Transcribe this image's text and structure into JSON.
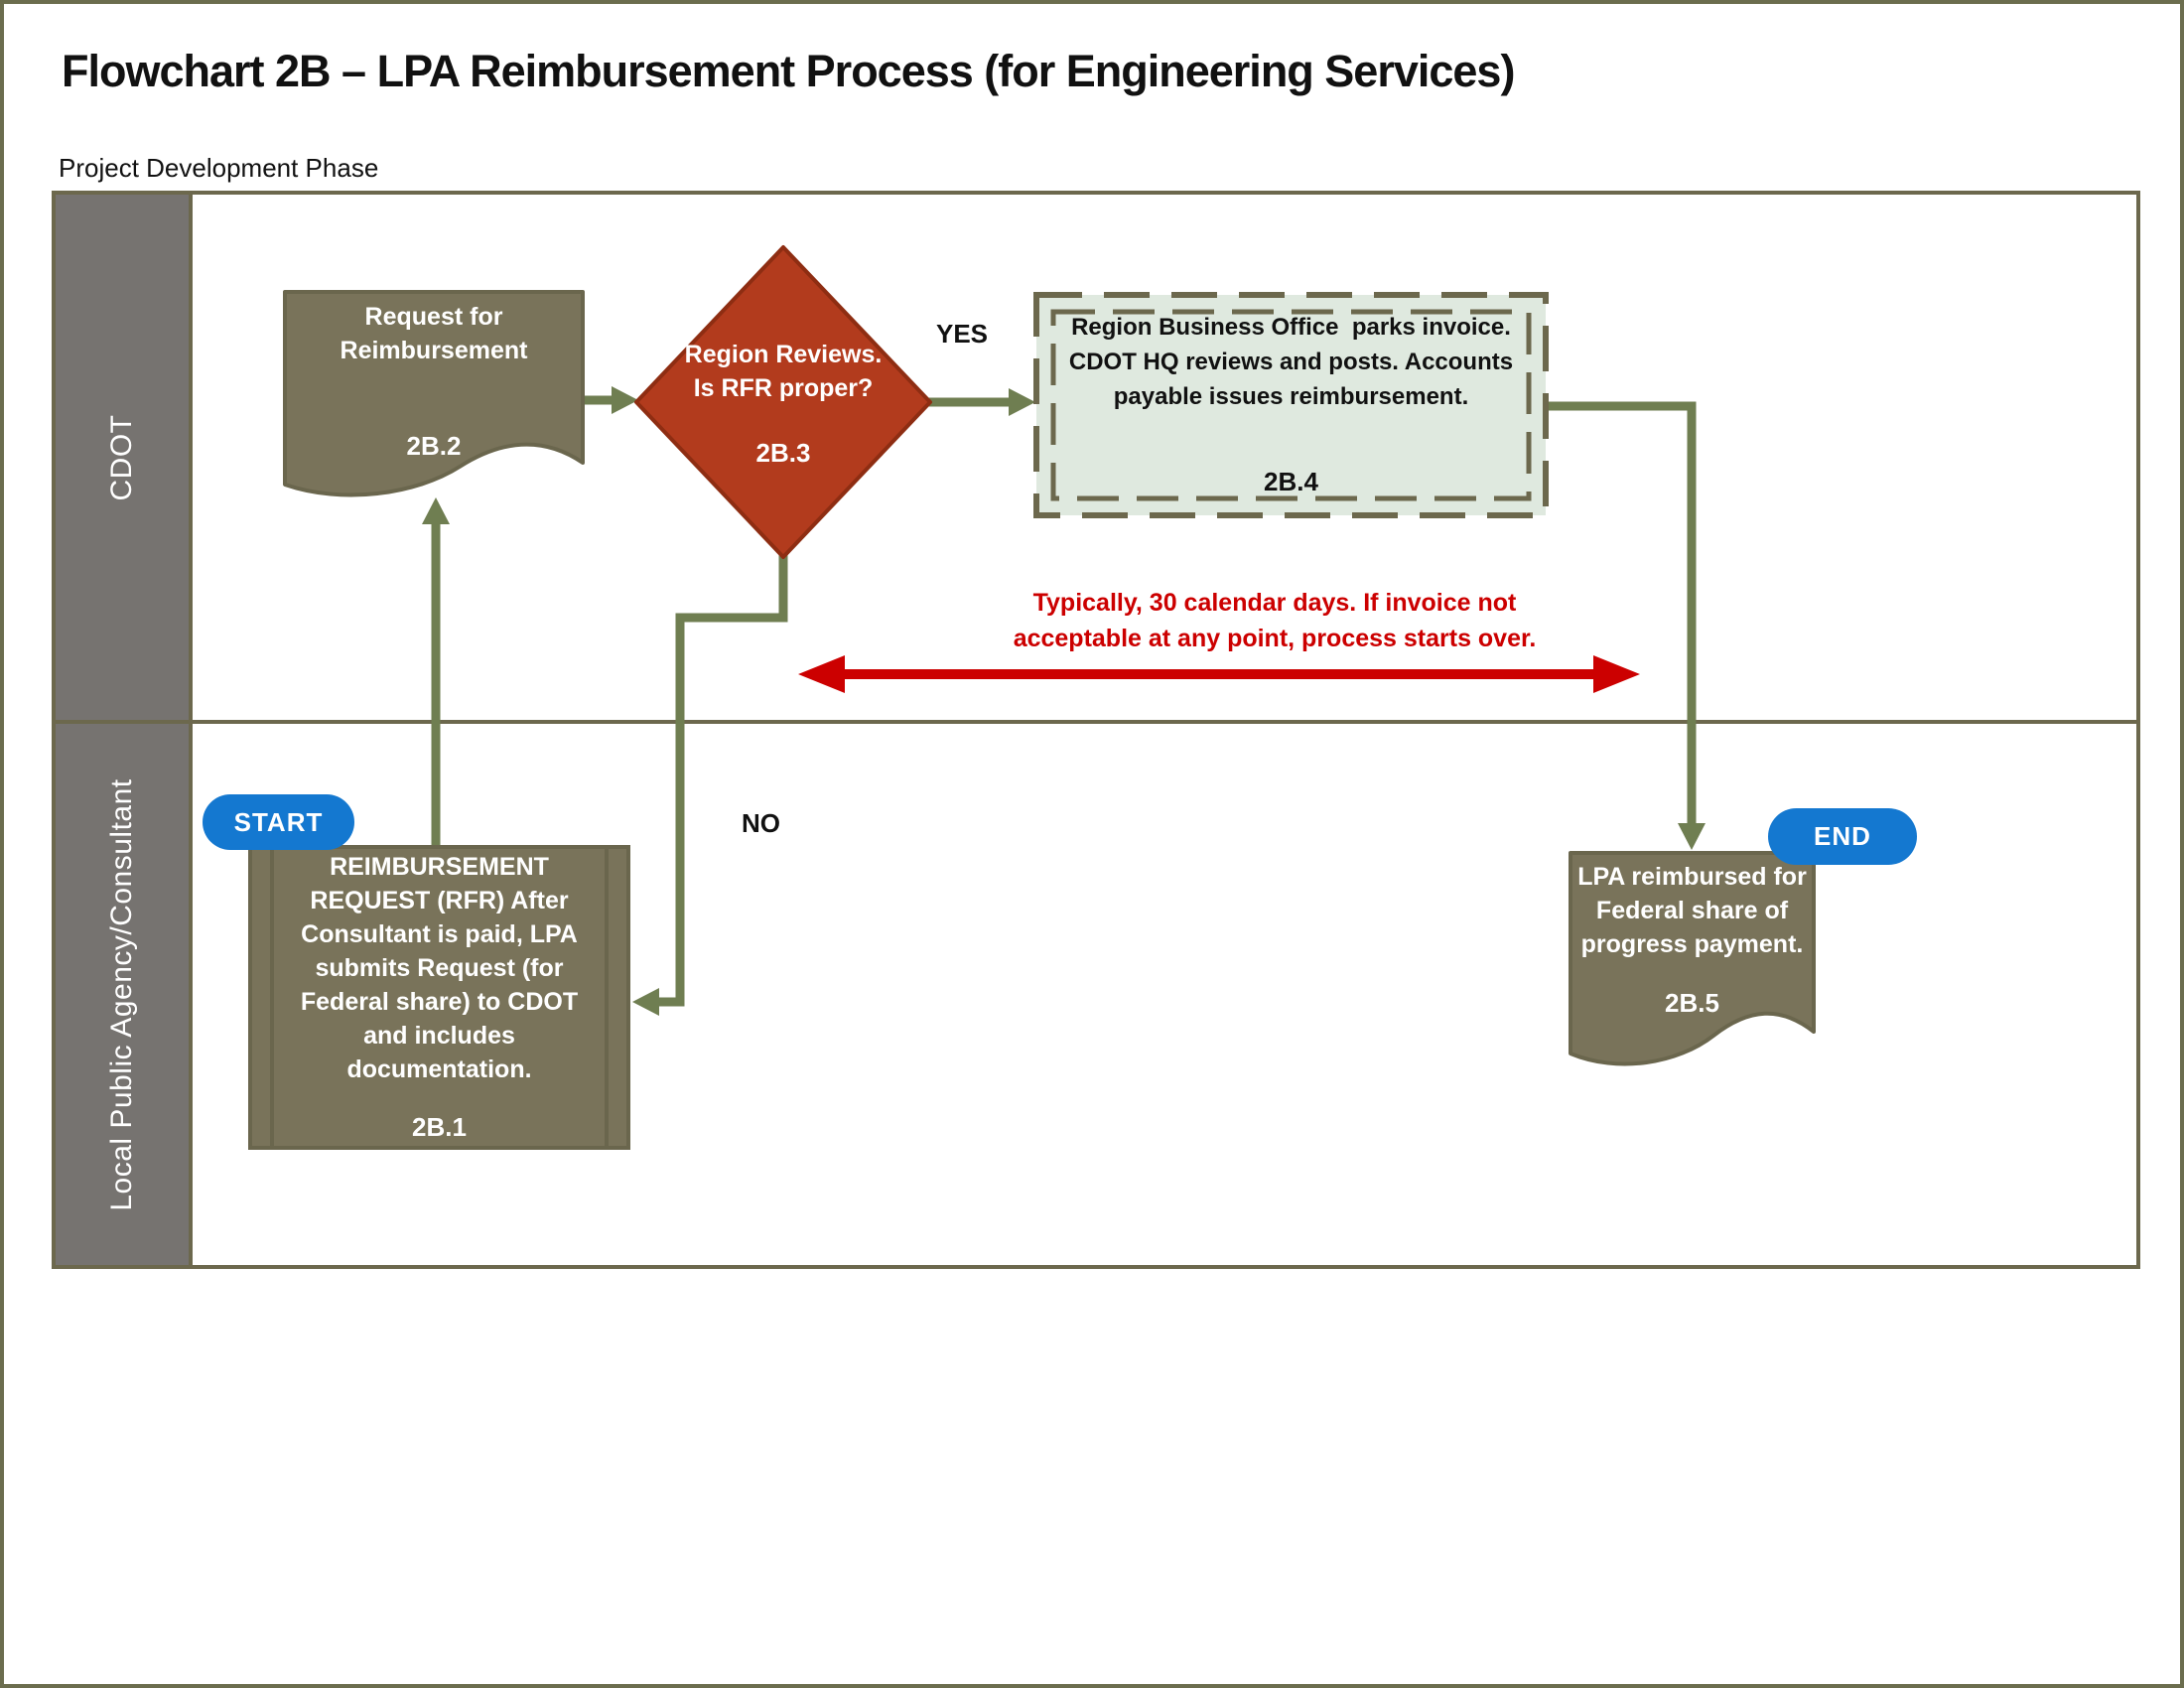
{
  "page": {
    "title": "Flowchart 2B – LPA Reimbursement Process (for Engineering Services)",
    "phase_label": "Project Development Phase"
  },
  "lanes": [
    {
      "label": "CDOT"
    },
    {
      "label": "Local Public Agency/Consultant"
    }
  ],
  "nodes": {
    "start": {
      "label": "START",
      "type": "terminator"
    },
    "end": {
      "label": "END",
      "type": "terminator"
    },
    "n2b1": {
      "id": "2B.1",
      "type": "predefined-process",
      "lines": [
        "REIMBURSEMENT",
        "REQUEST (RFR) After",
        "Consultant is paid, LPA",
        "submits Request (for",
        "Federal share) to CDOT",
        "and includes",
        "documentation."
      ]
    },
    "n2b2": {
      "id": "2B.2",
      "type": "document",
      "lines": [
        "Request for",
        "Reimbursement"
      ]
    },
    "n2b3": {
      "id": "2B.3",
      "type": "decision",
      "lines": [
        "Region Reviews.",
        "Is RFR proper?"
      ]
    },
    "n2b4": {
      "id": "2B.4",
      "type": "process-dashed",
      "lines": [
        "Region Business Office  parks invoice.",
        "CDOT HQ reviews and posts. Accounts",
        "payable issues reimbursement."
      ]
    },
    "n2b5": {
      "id": "2B.5",
      "type": "document",
      "lines": [
        "LPA reimbursed for",
        "Federal share of",
        "progress payment."
      ]
    }
  },
  "edges": {
    "yes_label": "YES",
    "no_label": "NO"
  },
  "note": {
    "lines": [
      "Typically, 30 calendar days. If invoice not",
      "acceptable at any point, process starts over."
    ]
  },
  "colors": {
    "connector_green": "#6f7e51",
    "decision_red_fill": "#b23b1d",
    "decision_red_border": "#8e2d12",
    "shape_olive_fill": "#79735a",
    "shape_olive_border": "#6a664d",
    "dashed_box_fill": "#dfe9df",
    "dashed_box_border": "#6c684d",
    "lane_header_gray": "#767370",
    "frame_olive": "#6c684d",
    "terminator_blue": "#1478d0",
    "note_red": "#cc0000"
  }
}
